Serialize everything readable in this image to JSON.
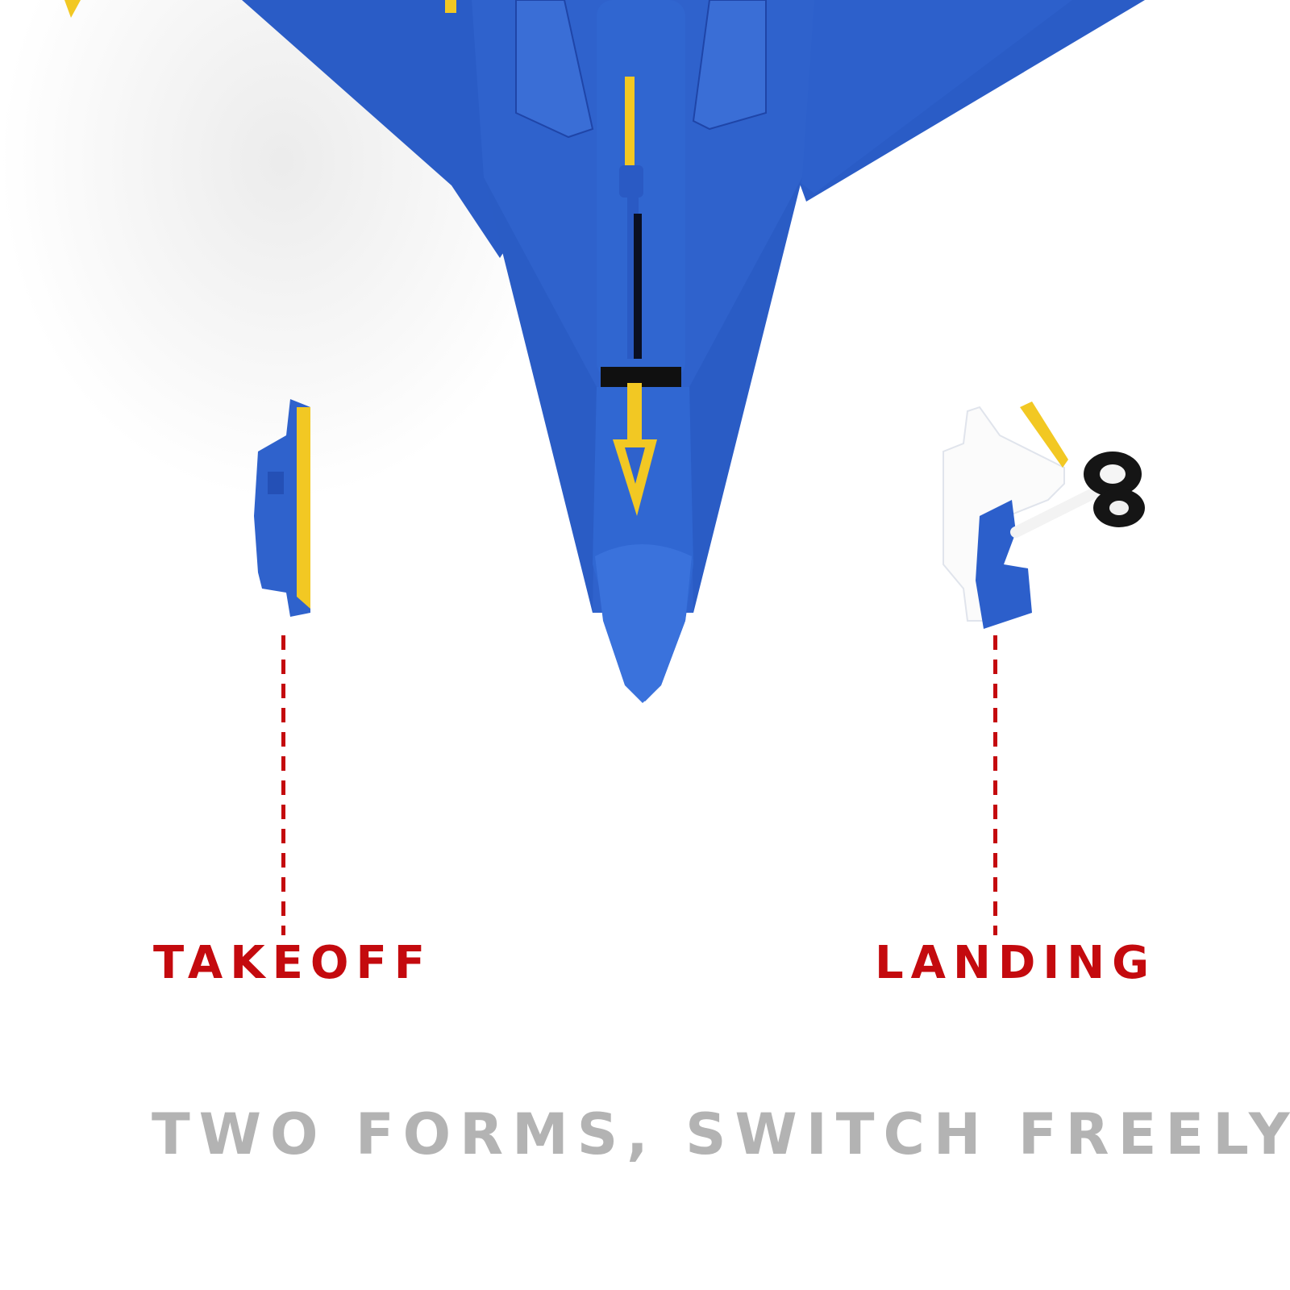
{
  "image": {
    "description": "Product photo of a blue and yellow toy jet aircraft (underside view) with two detachable parts showing two forms",
    "colors": {
      "aircraft_blue": "#2f5fc9",
      "aircraft_blue_dark": "#1f45a8",
      "stripe_yellow": "#f2c823",
      "label_red": "#c40a0e",
      "tagline_gray": "#b3b3b3",
      "background": "#ffffff"
    }
  },
  "callouts": {
    "left": {
      "label": "TAKEOFF"
    },
    "right": {
      "label": "LANDING"
    }
  },
  "tagline": "TWO FORMS, SWITCH FREELY."
}
